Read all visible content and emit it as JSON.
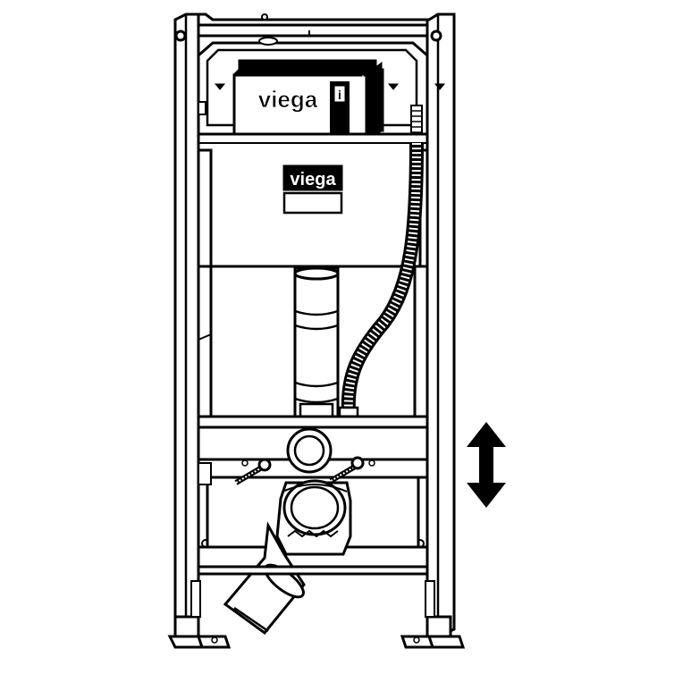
{
  "diagram": {
    "brand_top": "viega",
    "brand_cistern": "viega",
    "info_glyph": "i",
    "colors": {
      "ink": "#000000",
      "paper": "#ffffff",
      "hatch": "#3a3a3a"
    },
    "icons": {
      "height_adjust": "double-headed-vertical-arrow-icon"
    }
  }
}
